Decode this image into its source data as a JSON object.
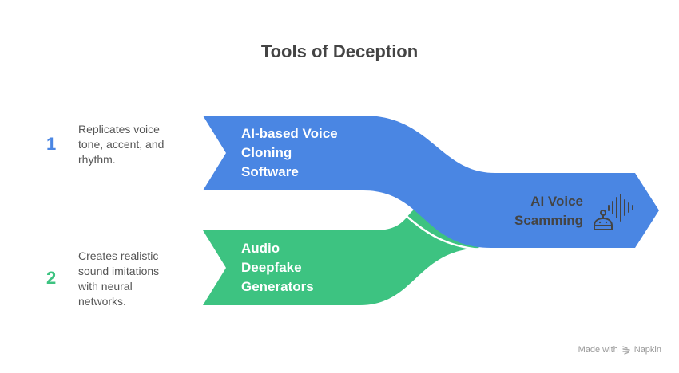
{
  "title": "Tools of Deception",
  "colors": {
    "blue": "#4A86E3",
    "green": "#3DC381",
    "title": "#444444",
    "text": "#555555"
  },
  "inputs": [
    {
      "number": "1",
      "label_lines": [
        "AI-based Voice",
        "Cloning",
        "Software"
      ],
      "description_lines": [
        "Replicates voice",
        "tone, accent, and",
        "rhythm."
      ],
      "color": "#4A86E3"
    },
    {
      "number": "2",
      "label_lines": [
        "Audio",
        "Deepfake",
        "Generators"
      ],
      "description_lines": [
        "Creates realistic",
        "sound imitations",
        "with neural",
        "networks."
      ],
      "color": "#3DC381"
    }
  ],
  "output": {
    "label_lines": [
      "AI Voice",
      "Scamming"
    ],
    "icon": "robot-voice-icon"
  },
  "footer": {
    "prefix": "Made with",
    "brand": "Napkin",
    "icon": "napkin-logo-icon"
  }
}
